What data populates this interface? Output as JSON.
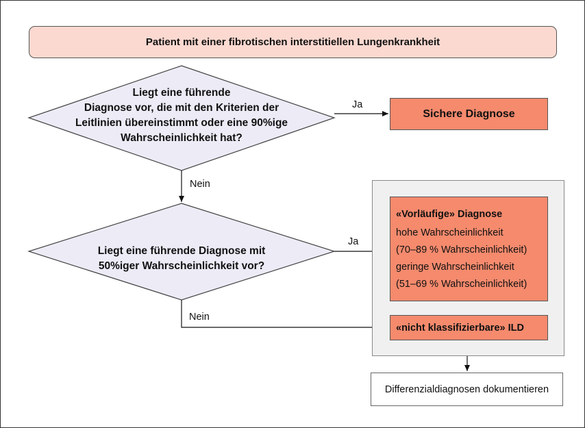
{
  "title": "Patient mit einer fibrotischen interstitiellen Lungenkrankheit",
  "decision1": {
    "lines": [
      "Liegt eine führende",
      "Diagnose vor, die mit den Kriterien der",
      "Leitlinien übereinstimmt oder eine 90%ige",
      "Wahrscheinlichkeit hat?"
    ],
    "yes_label": "Ja",
    "no_label": "Nein"
  },
  "sure_diagnosis": "Sichere Diagnose",
  "decision2": {
    "lines": [
      "Liegt eine führende Diagnose mit",
      "50%iger Wahrscheinlichkeit vor?"
    ],
    "yes_label": "Ja",
    "no_label": "Nein"
  },
  "preliminary": {
    "title": "«Vorläufige» Diagnose",
    "lines": [
      "hohe Wahrscheinlichkeit",
      "(70–89 % Wahrscheinlichkeit)",
      "geringe Wahrscheinlichkeit",
      "(51–69 % Wahrscheinlichkeit)"
    ]
  },
  "unclassifiable": "«nicht klassifizierbare» ILD",
  "differential": "Differenzialdiagnosen dokumentieren",
  "colors": {
    "title_fill": "#fbd9d0",
    "diamond_fill": "#ecebf6",
    "result_fill": "#f58a6d",
    "panel_fill": "#f0f0f0"
  }
}
